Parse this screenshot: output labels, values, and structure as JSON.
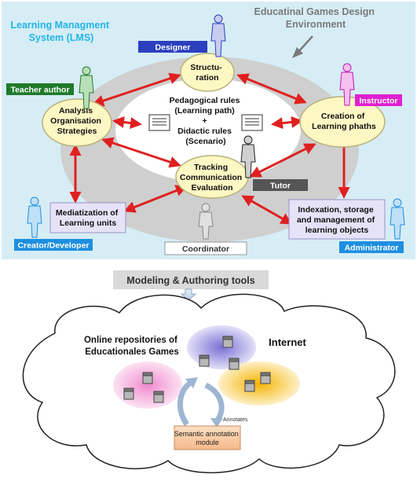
{
  "colors": {
    "top_panel_bg": "#d6edf5",
    "outer_ring": "#cfcfcf",
    "inner_ellipse": "#ffffff",
    "node_fill": "#fdf7c4",
    "node_stroke": "#b8b27a",
    "arrow_red": "#e02020",
    "role_designer": "#2b3fbf",
    "role_teacher": "#1f7a2a",
    "role_instructor": "#e020d0",
    "role_tutor": "#555555",
    "role_creator": "#1e8fe0",
    "role_admin": "#1e8fe0",
    "role_coordinator": "#ffffff",
    "purple_box": "#e6e2f8",
    "title_cyan": "#23b5e8",
    "title_gray": "#7a7a7a",
    "repo_pink": "#f28ad0",
    "repo_blue": "#7b6fd6",
    "repo_yellow": "#f5b400",
    "annot_box": "#f8caa0"
  },
  "top": {
    "lms_title_line1": "Learning Managment",
    "lms_title_line2": "System (LMS)",
    "env_title_line1": "Educatinal Games Design",
    "env_title_line2": "Environment",
    "center_line1": "Pedagogical rules",
    "center_line2": "(Learning path)",
    "center_line3": "+",
    "center_line4": "Didactic rules",
    "center_line5": "(Scenario)"
  },
  "nodes": {
    "structuration_l1": "Structu-",
    "structuration_l2": "ration",
    "analysis_l1": "Analysis",
    "analysis_l2": "Organisation",
    "analysis_l3": "Strategies",
    "creation_l1": "Creation of",
    "creation_l2": "Learning phaths",
    "tracking_l1": "Tracking",
    "tracking_l2": "Communication",
    "tracking_l3": "Evaluation",
    "mediatization_l1": "Mediatization of",
    "mediatization_l2": "Learning units",
    "indexation_l1": "Indexation, storage",
    "indexation_l2": "and management of",
    "indexation_l3": "learning objects"
  },
  "roles": {
    "designer": "Designer",
    "teacher_author": "Teacher author",
    "instructor": "Instructor",
    "tutor": "Tutor",
    "creator_developer": "Creator/Developer",
    "administrator": "Administrator",
    "coordinator": "Coordinator"
  },
  "middle": {
    "tools_label": "Modeling & Authoring tools"
  },
  "cloud": {
    "repos_line1": "Online repositories of",
    "repos_line2": "Educationales Games",
    "internet": "Internet",
    "annotates": "Annotates",
    "semantic_line1": "Semantic annotation",
    "semantic_line2": "module"
  }
}
